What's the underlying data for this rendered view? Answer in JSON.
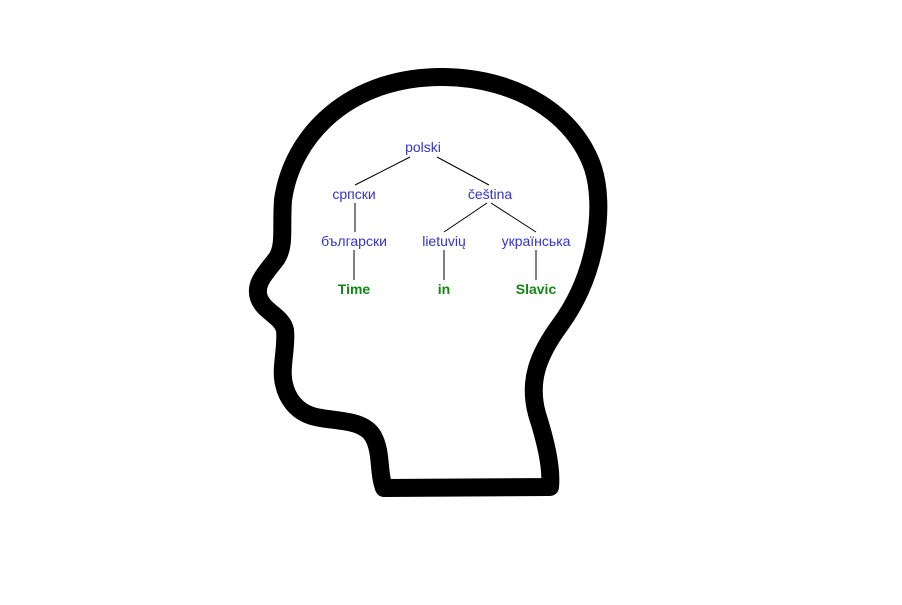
{
  "colors": {
    "background": "#ffffff",
    "head_outline": "#000000",
    "node_text": "#3333cc",
    "leaf_text": "#118811",
    "edge": "#000000"
  },
  "icon": "head-profile-icon",
  "tree": {
    "root": {
      "label": "polski"
    },
    "level1": [
      {
        "label": "српски"
      },
      {
        "label": "čeština"
      }
    ],
    "level2": [
      {
        "label": "български"
      },
      {
        "label": "lietuvių"
      },
      {
        "label": "українська"
      }
    ],
    "leaves": [
      {
        "label": "Time"
      },
      {
        "label": "in"
      },
      {
        "label": "Slavic"
      }
    ]
  }
}
